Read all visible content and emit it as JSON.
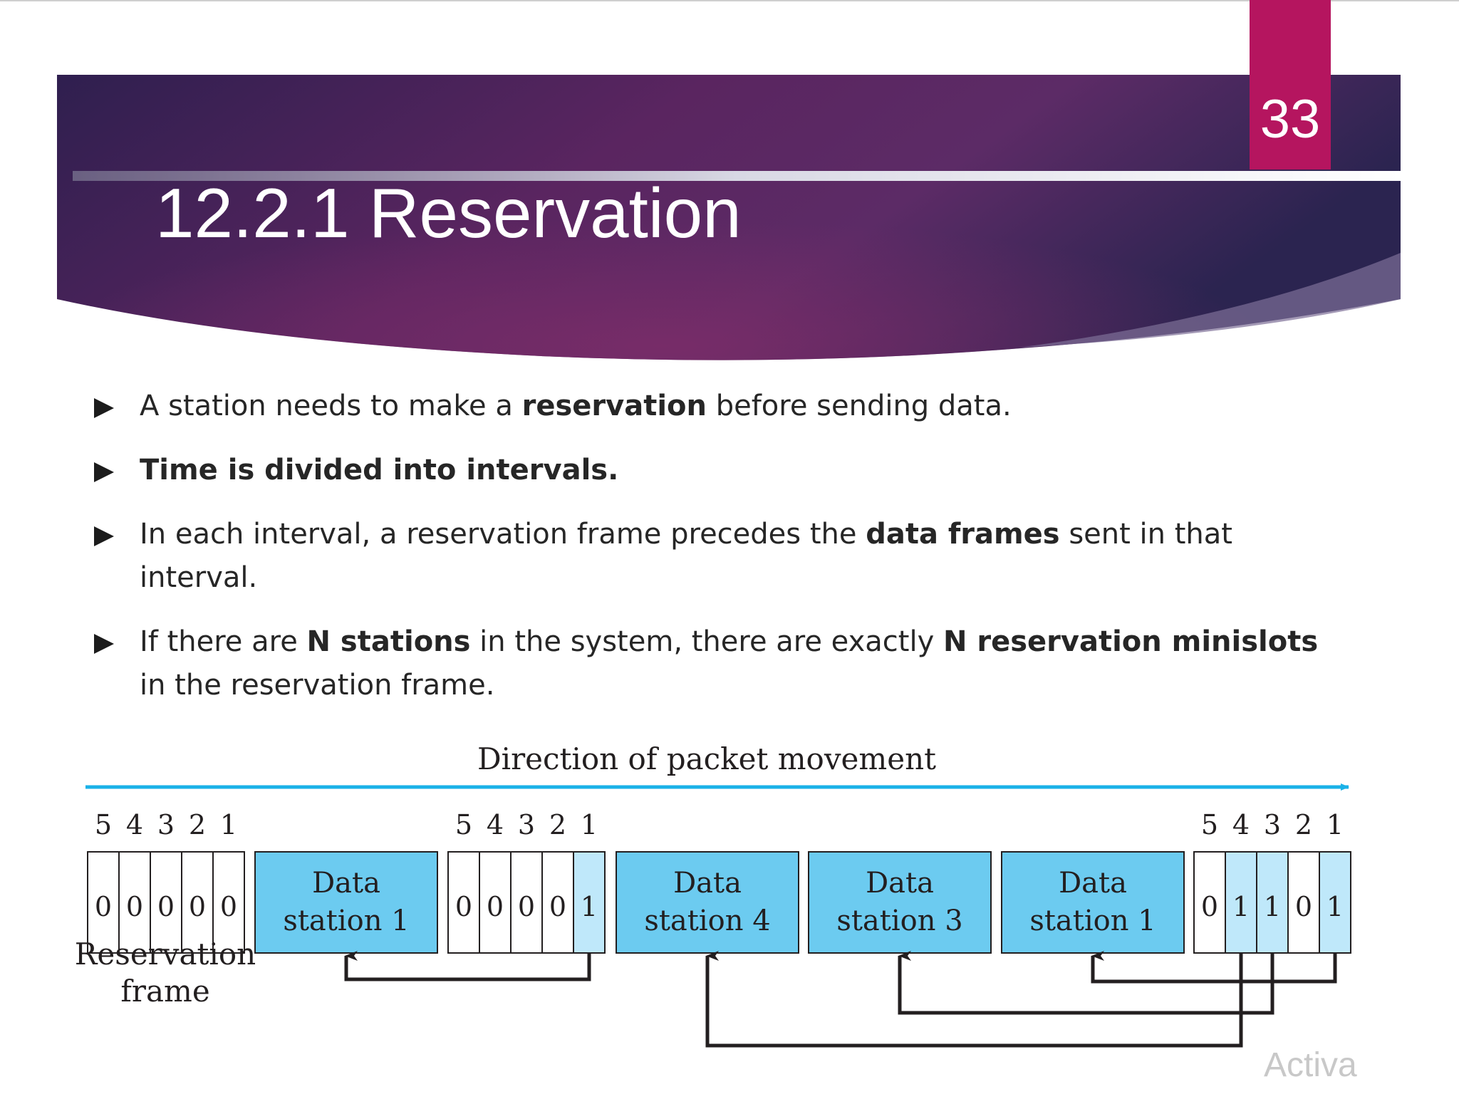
{
  "slide": {
    "number": "33",
    "title": "12.2.1 Reservation"
  },
  "bullets": [
    {
      "parts": [
        {
          "text": "A station needs to make a "
        },
        {
          "text": "reservation",
          "bold": true
        },
        {
          "text": " before sending data."
        }
      ]
    },
    {
      "parts": [
        {
          "text": "Time is divided into intervals.",
          "bold": true
        }
      ]
    },
    {
      "parts": [
        {
          "text": "In each interval, a reservation frame precedes the "
        },
        {
          "text": "data frames",
          "bold": true
        },
        {
          "text": " sent in that interval."
        }
      ]
    },
    {
      "parts": [
        {
          "text": "If there are "
        },
        {
          "text": "N stations",
          "bold": true
        },
        {
          "text": " in the system, there are exactly "
        },
        {
          "text": "N reservation minislots",
          "bold": true
        },
        {
          "text": " in the reservation frame."
        }
      ]
    }
  ],
  "diagram": {
    "direction_label": "Direction of packet movement",
    "slot_numbers": [
      "5",
      "4",
      "3",
      "2",
      "1"
    ],
    "reservation_caption": [
      "Reservation",
      "frame"
    ],
    "reservation_frames": [
      {
        "bits": [
          "0",
          "0",
          "0",
          "0",
          "0"
        ]
      },
      {
        "bits": [
          "0",
          "0",
          "0",
          "0",
          "1"
        ]
      },
      {
        "bits": [
          "0",
          "1",
          "1",
          "0",
          "1"
        ]
      }
    ],
    "data_frames": [
      {
        "line1": "Data",
        "line2": "station 1"
      },
      {
        "line1": "Data",
        "line2": "station 4"
      },
      {
        "line1": "Data",
        "line2": "station 3"
      },
      {
        "line1": "Data",
        "line2": "station 1"
      }
    ]
  },
  "colors": {
    "header_dark": "#2f1f4f",
    "header_mid": "#6e2a64",
    "accent_tab": "#b5155f",
    "arrow_blue": "#1ab2e8",
    "data_fill": "#6ccbf0",
    "bit_highlight": "#bfe8fa"
  },
  "watermark": "Activa"
}
